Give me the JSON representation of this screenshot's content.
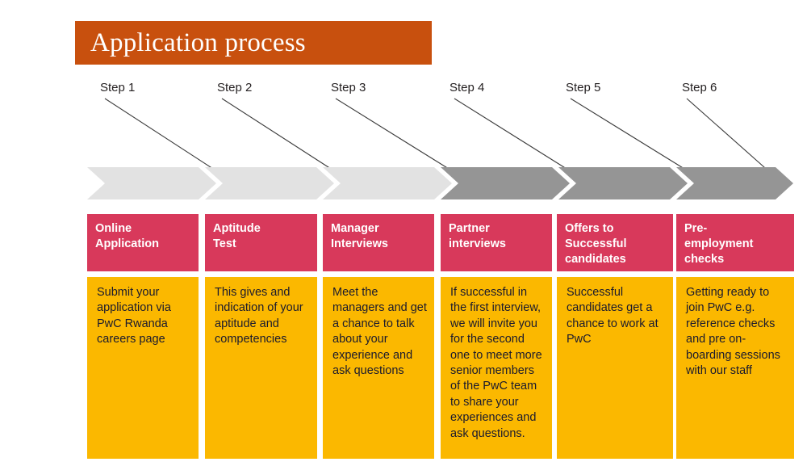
{
  "header": {
    "title": "Application process",
    "banner_color": "#C8500E",
    "title_color": "#FFFFFF"
  },
  "palette": {
    "banner_orange": "#C8500E",
    "chevron_light": "#E2E2E2",
    "chevron_dark": "#959595",
    "header_pink": "#D8395B",
    "body_yellow": "#FBB800",
    "body_text": "#1A1A2E",
    "label_text": "#231F20",
    "connector_line": "#3A3A3A"
  },
  "steps": [
    {
      "label": "Step 1",
      "chevron_state": "light",
      "title": "Online\nApplication",
      "description": "Submit your application via PwC Rwanda careers page"
    },
    {
      "label": "Step 2",
      "chevron_state": "light",
      "title": "Aptitude\nTest",
      "description": "This gives and indication of your aptitude and competencies"
    },
    {
      "label": "Step 3",
      "chevron_state": "light",
      "title": "Manager\nInterviews",
      "description": "Meet the managers and get a chance to talk about your experience and ask questions"
    },
    {
      "label": "Step 4",
      "chevron_state": "dark",
      "title": "Partner\ninterviews",
      "description": "If successful in the first interview, we will invite you for the second one to meet more senior members of the PwC team to share your experiences and ask questions."
    },
    {
      "label": "Step 5",
      "chevron_state": "dark",
      "title": "Offers to\nSuccessful\ncandidates",
      "description": "Successful candidates get a chance to work at PwC"
    },
    {
      "label": "Step 6",
      "chevron_state": "dark",
      "title": "Pre-\nemployment\nchecks",
      "description": "Getting ready to join PwC e.g. reference checks and pre on-boarding sessions with our staff"
    }
  ]
}
